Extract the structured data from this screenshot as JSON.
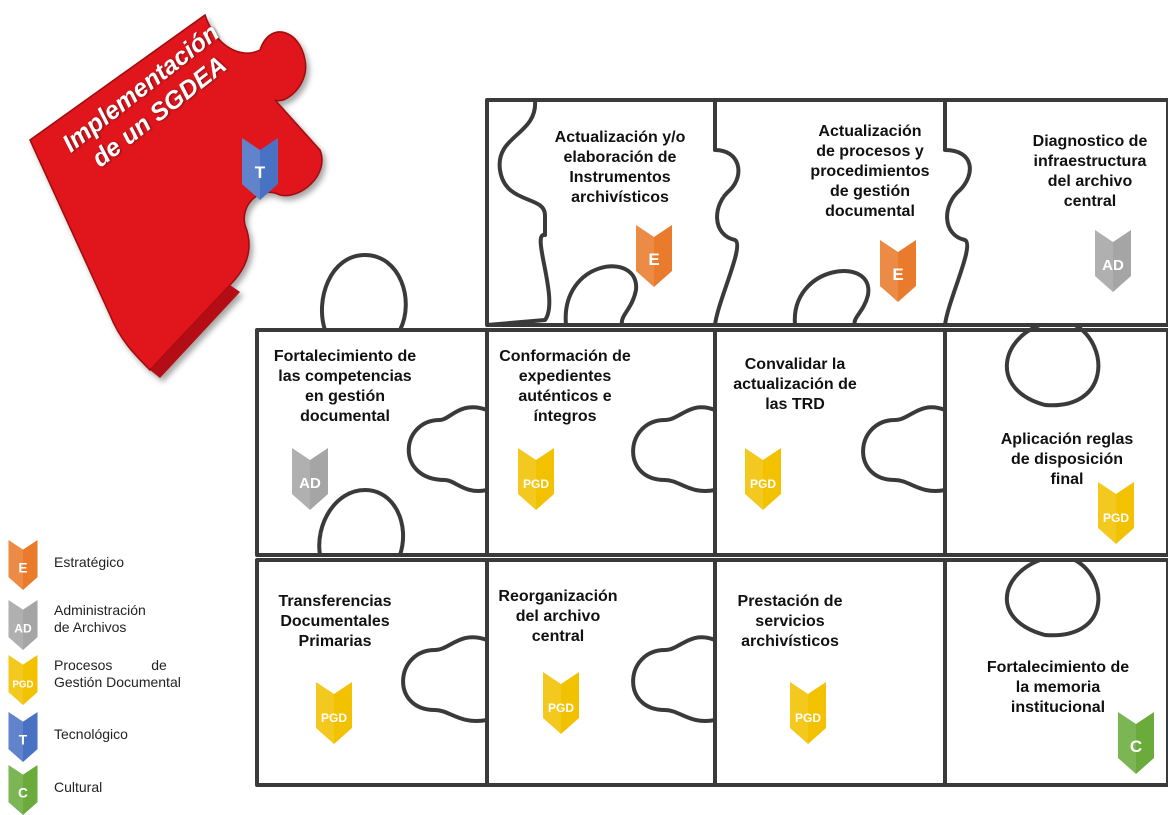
{
  "title_piece": {
    "line1": "Implementación",
    "line2": "de un SGDEA",
    "badge": "T"
  },
  "pieces": [
    {
      "id": "instrumentos",
      "lines": [
        "Actualización y/o",
        "elaboración de",
        "Instrumentos",
        "archivísticos"
      ],
      "badge": "E"
    },
    {
      "id": "procesos",
      "lines": [
        "Actualización",
        "de procesos y",
        "procedimientos",
        "de gestión",
        "documental"
      ],
      "badge": "E"
    },
    {
      "id": "diagnostico",
      "lines": [
        "Diagnostico de",
        "infraestructura",
        "del archivo",
        "central"
      ],
      "badge": "AD"
    },
    {
      "id": "competencias",
      "lines": [
        "Fortalecimiento de",
        "las competencias",
        "en gestión",
        "documental"
      ],
      "badge": "AD"
    },
    {
      "id": "expedientes",
      "lines": [
        "Conformación de",
        "expedientes",
        "auténticos e",
        "íntegros"
      ],
      "badge": "PGD"
    },
    {
      "id": "trd",
      "lines": [
        "Convalidar la",
        "actualización de",
        "las TRD"
      ],
      "badge": "PGD"
    },
    {
      "id": "disposicion",
      "lines": [
        "Aplicación reglas",
        "de disposición",
        "final"
      ],
      "badge": "PGD"
    },
    {
      "id": "transferencias",
      "lines": [
        "Transferencias",
        "Documentales",
        "Primarias"
      ],
      "badge": "PGD"
    },
    {
      "id": "reorganizacion",
      "lines": [
        "Reorganización",
        "del archivo",
        "central"
      ],
      "badge": "PGD"
    },
    {
      "id": "prestacion",
      "lines": [
        "Prestación de",
        "servicios",
        "archivísticos"
      ],
      "badge": "PGD"
    },
    {
      "id": "memoria",
      "lines": [
        "Fortalecimiento de",
        "la memoria",
        "institucional"
      ],
      "badge": "C"
    }
  ],
  "legend": [
    {
      "code": "E",
      "label_lines": [
        "Estratégico"
      ]
    },
    {
      "code": "AD",
      "label_lines": [
        "Administración",
        "de Archivos"
      ]
    },
    {
      "code": "PGD",
      "label_lines": [
        "Procesos          de",
        "Gestión Documental"
      ]
    },
    {
      "code": "T",
      "label_lines": [
        "Tecnológico"
      ]
    },
    {
      "code": "C",
      "label_lines": [
        "Cultural"
      ]
    }
  ],
  "colors": {
    "E": "#ea7b2c",
    "AD": "#a5a5a5",
    "PGD": "#f2c200",
    "T": "#4a72c4",
    "C": "#6aab3c",
    "red_piece": "#e0141b",
    "outline": "#3a3a3a"
  }
}
